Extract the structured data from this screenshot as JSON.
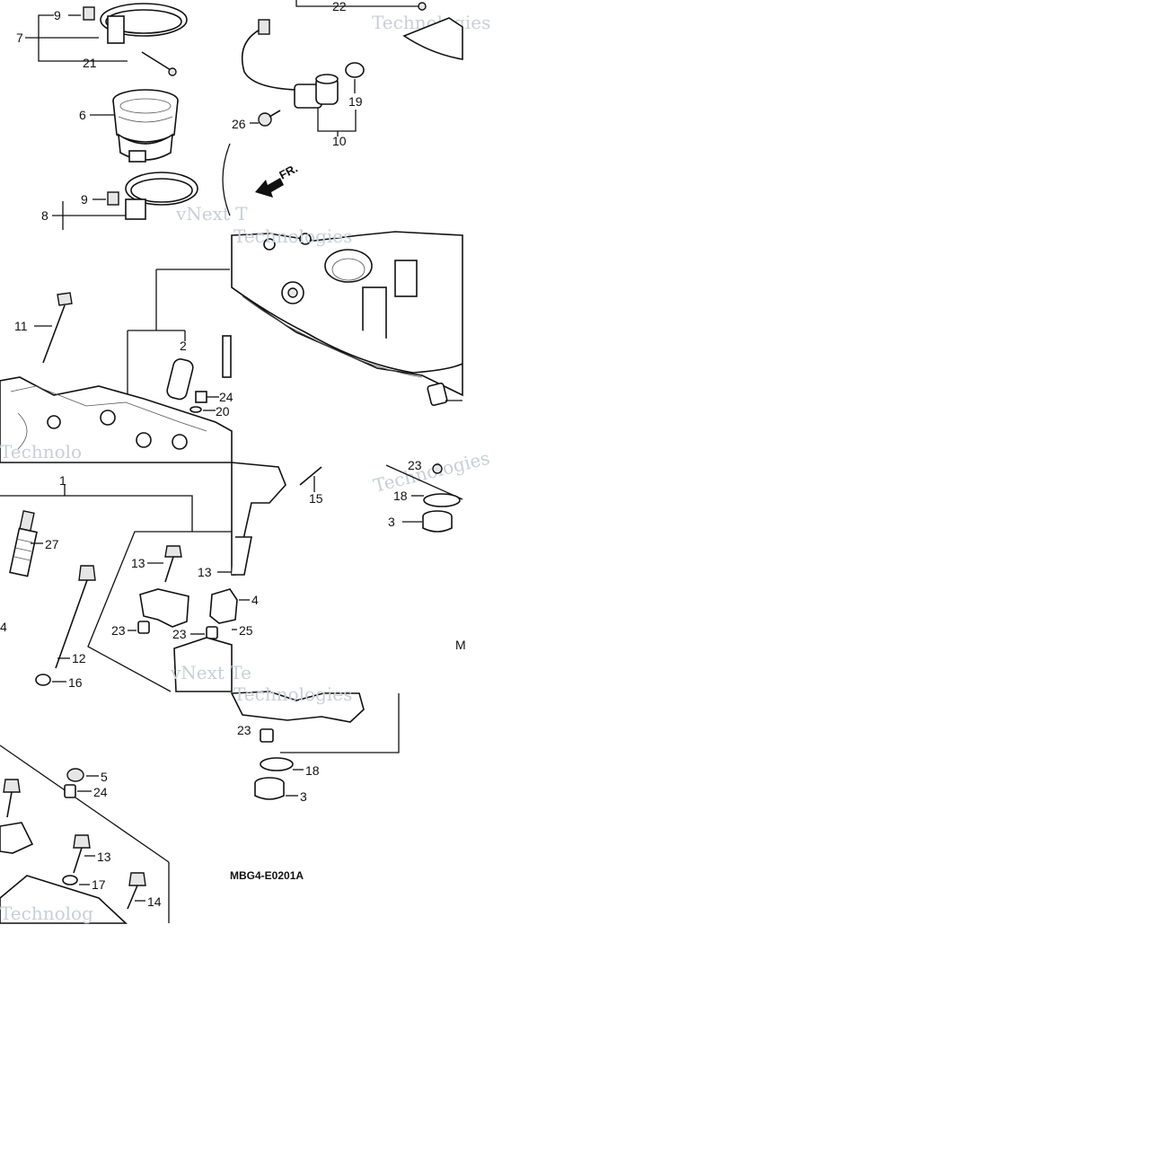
{
  "diagram": {
    "drawing_code": "MBG4-E0201A",
    "watermark": "Technologies",
    "direction_label": "FR.",
    "callouts": {
      "c22": "22",
      "c9a": "9",
      "c7": "7",
      "c21": "21",
      "c6": "6",
      "c9b": "9",
      "c8": "8",
      "c19": "19",
      "c26": "26",
      "c10": "10",
      "c11": "11",
      "c2": "2",
      "c24a": "24",
      "c20": "20",
      "c1": "1",
      "c27": "27",
      "c13a": "13",
      "c13b": "13",
      "c4a": "4",
      "c23a": "23",
      "c23b": "23",
      "c25": "25",
      "c12": "12",
      "c16": "16",
      "c4b": "4",
      "c15": "15",
      "c23c": "23",
      "c18a": "18",
      "c3a": "3",
      "cM": "M",
      "c5": "5",
      "c24b": "24",
      "c13c": "13",
      "c17": "17",
      "c14": "14",
      "c23d": "23",
      "c18b": "18",
      "c3b": "3"
    }
  }
}
